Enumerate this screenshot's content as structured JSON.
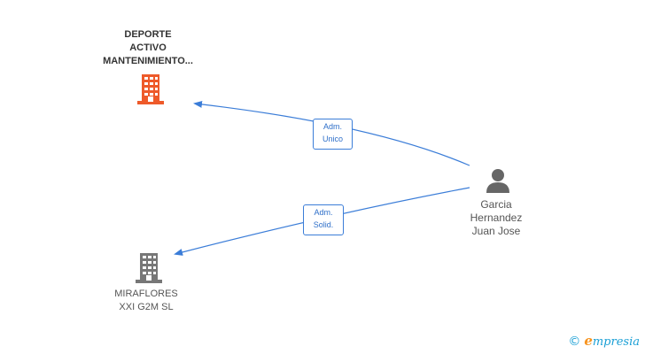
{
  "nodes": {
    "company_main": {
      "line1": "DEPORTE",
      "line2": "ACTIVO",
      "line3": "MANTENIMIENTO...",
      "color": "#ee5a2a"
    },
    "company_2": {
      "line1": "MIRAFLORES",
      "line2": "XXI G2M SL",
      "color": "#777777"
    },
    "person": {
      "line1": "Garcia",
      "line2": "Hernandez",
      "line3": "Juan Jose",
      "color": "#666666"
    }
  },
  "edges": [
    {
      "from": "person",
      "to": "company_main",
      "label_line1": "Adm.",
      "label_line2": "Unico"
    },
    {
      "from": "person",
      "to": "company_2",
      "label_line1": "Adm.",
      "label_line2": "Solid."
    }
  ],
  "edge_color": "#3b7dd8",
  "brand": {
    "copyright": "©",
    "e": "e",
    "rest": "mpresia"
  }
}
